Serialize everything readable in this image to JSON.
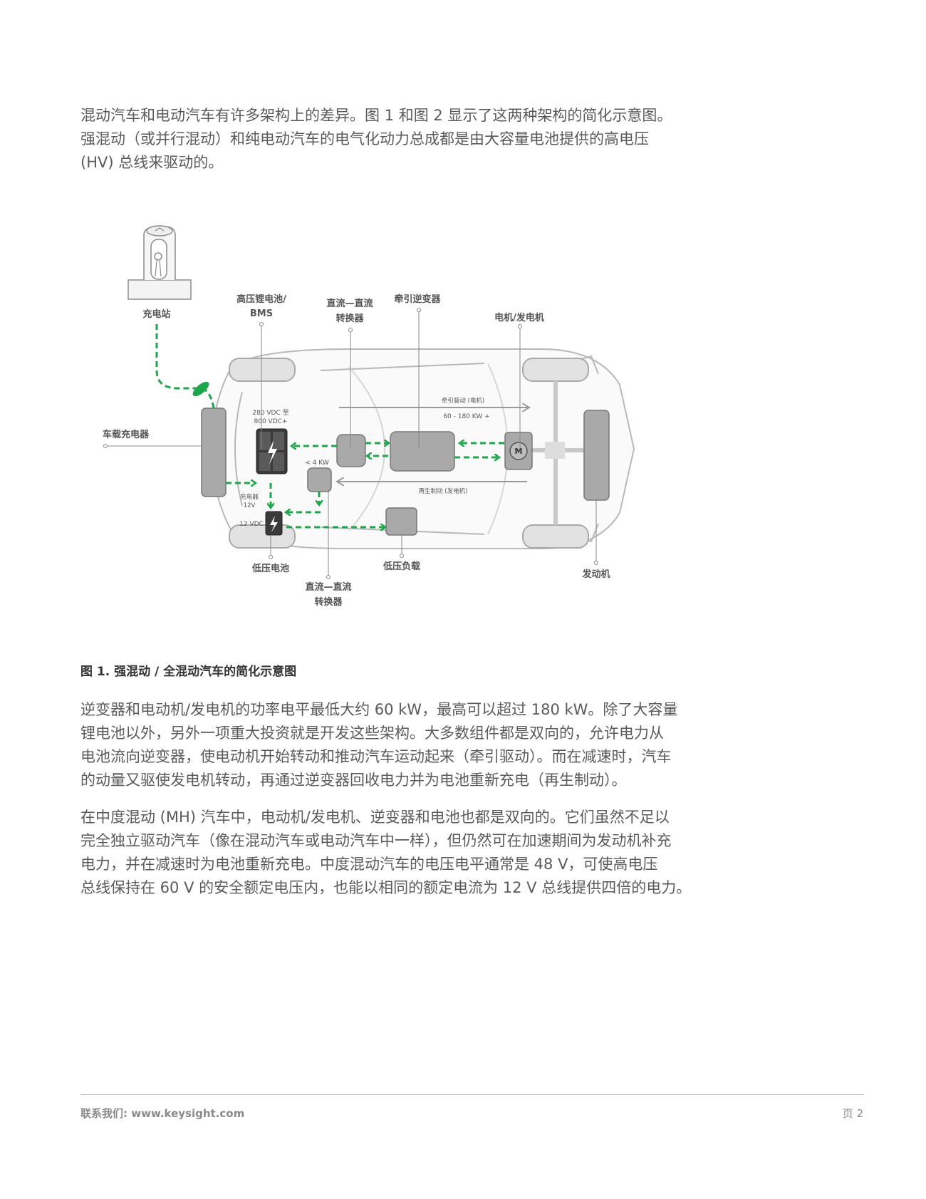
{
  "intro": {
    "lines": [
      "混动汽车和电动汽车有许多架构上的差异。图 1 和图 2 显示了这两种架构的简化示意图。",
      "强混动（或并行混动）和纯电动汽车的电气化动力总成都是由大容量电池提供的高电压",
      "(HV) 总线来驱动的。"
    ]
  },
  "figure": {
    "labels": {
      "charging_station": "充电站",
      "hv_battery_line1": "高压锂电池/",
      "hv_battery_line2": "BMS",
      "dcdc_top_line1": "直流—直流",
      "dcdc_top_line2": "转换器",
      "traction_inverter": "牵引逆变器",
      "motor_generator": "电机/发电机",
      "onboard_charger": "车载充电器",
      "hv_voltage_line1": "280 VDC 至",
      "hv_voltage_line2": "800 VDC+",
      "lt_4kw": "< 4 KW",
      "traction_drive": "牵引驱动 (电机)",
      "power_range": "60 - 180 KW +",
      "regen_braking": "再生制动 (发电机)",
      "charger_12v_line1": "充电器",
      "charger_12v_line2": "12V",
      "lv_12vdc": "12 VDC",
      "lv_battery": "低压电池",
      "lv_load": "低压负载",
      "dcdc_bottom_line1": "直流—直流",
      "dcdc_bottom_line2": "转换器",
      "engine": "发动机",
      "motor_symbol": "M"
    },
    "colors": {
      "flow_green": "#1fa64a",
      "component_gray": "#a9a9a9",
      "outline_gray": "#8c8c8c"
    }
  },
  "caption": "图 1. 强混动 / 全混动汽车的简化示意图",
  "para2": {
    "lines": [
      "逆变器和电动机/发电机的功率电平最低大约 60 kW，最高可以超过 180 kW。除了大容量",
      "锂电池以外，另外一项重大投资就是开发这些架构。大多数组件都是双向的，允许电力从",
      "电池流向逆变器，使电动机开始转动和推动汽车运动起来（牵引驱动）。而在减速时，汽车",
      "的动量又驱使发电机转动，再通过逆变器回收电力并为电池重新充电（再生制动）。"
    ]
  },
  "para3": {
    "lines": [
      "在中度混动 (MH) 汽车中，电动机/发电机、逆变器和电池也都是双向的。它们虽然不足以",
      "完全独立驱动汽车（像在混动汽车或电动汽车中一样），但仍然可在加速期间为发动机补充",
      "电力，并在减速时为电池重新充电。中度混动汽车的电压电平通常是 48 V，可使高电压",
      "总线保持在 60 V 的安全额定电压内，也能以相同的额定电流为 12 V 总线提供四倍的电力。"
    ]
  },
  "footer": {
    "contact": "联系我们: www.keysight.com",
    "page": "页 2"
  }
}
